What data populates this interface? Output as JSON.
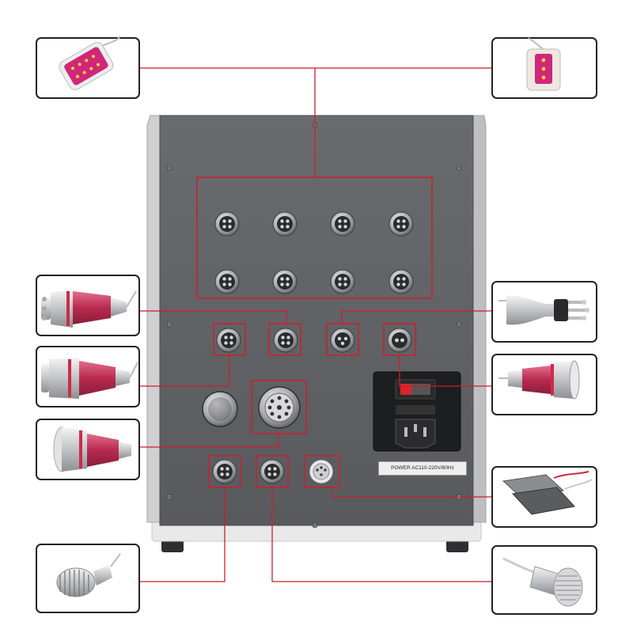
{
  "device": {
    "name": "cavitation-rf-machine-back-panel",
    "power_label": "POWER AC110-220V/60Hz"
  },
  "colors": {
    "callout_line": "#cc1f2b",
    "panel": "#5f6063",
    "frame": "#b9b9bb",
    "handpiece_pink": "#c8345c",
    "pad_magenta": "#d0277a"
  },
  "callouts": {
    "left": [
      {
        "name": "eight-dot-electrode-pad",
        "icon": "electrode-pad-icon"
      },
      {
        "name": "multipolar-rf-probe-small",
        "icon": "rf-probe-icon"
      },
      {
        "name": "multipolar-rf-probe-large",
        "icon": "rf-probe-icon"
      },
      {
        "name": "cavitation-probe",
        "icon": "cavitation-probe-icon"
      },
      {
        "name": "vacuum-needle-probe",
        "icon": "needle-probe-icon"
      }
    ],
    "right": [
      {
        "name": "three-dot-electrode-pad",
        "icon": "electrode-pad-icon"
      },
      {
        "name": "tripolar-rf-probe",
        "icon": "rf-probe-icon"
      },
      {
        "name": "small-cavitation-probe",
        "icon": "cavitation-probe-icon"
      },
      {
        "name": "ems-pads",
        "icon": "pad-icon"
      },
      {
        "name": "cold-hammer-probe",
        "icon": "cold-probe-icon"
      }
    ]
  }
}
